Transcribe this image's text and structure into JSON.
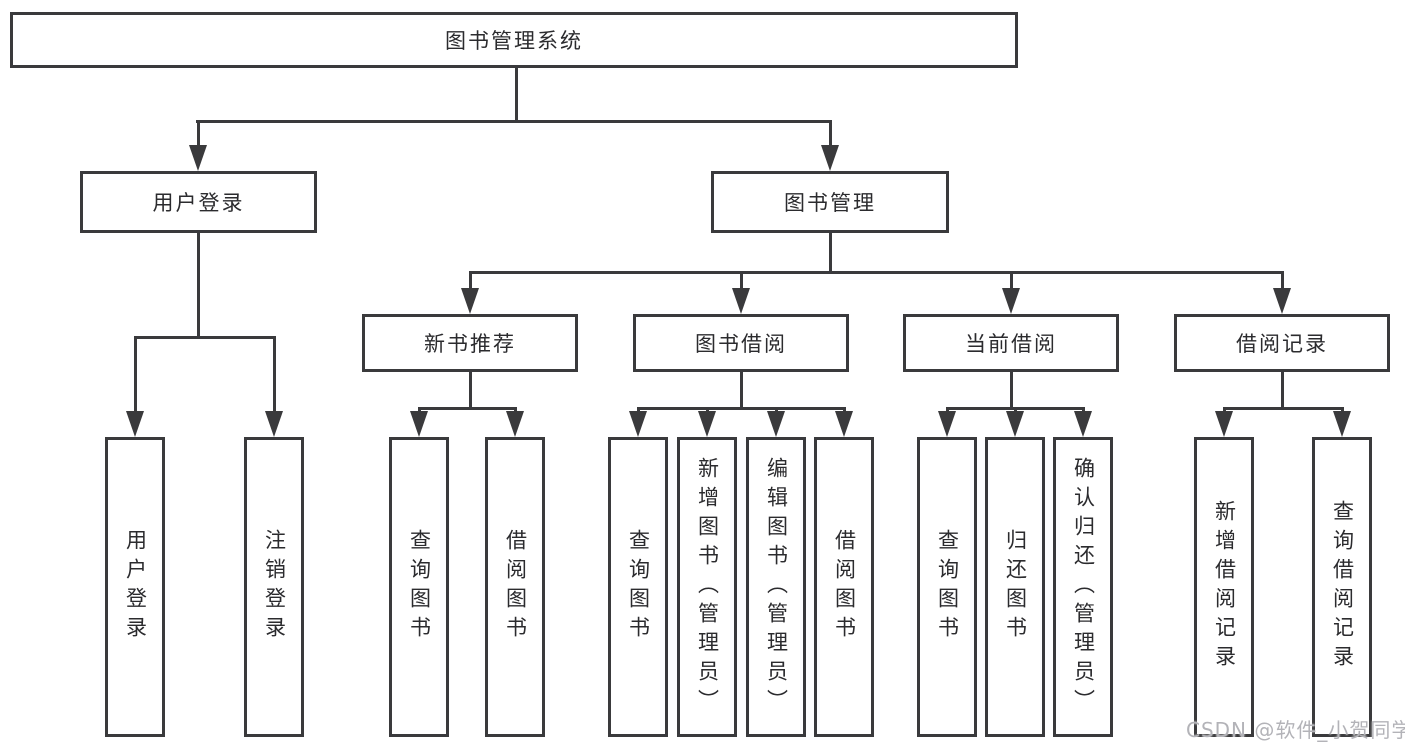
{
  "diagram": {
    "title": "图书管理系统",
    "children": [
      {
        "label": "用户登录",
        "children": [
          {
            "label": "用户登录"
          },
          {
            "label": "注销登录"
          }
        ]
      },
      {
        "label": "图书管理",
        "children": [
          {
            "label": "新书推荐",
            "children": [
              {
                "label": "查询图书"
              },
              {
                "label": "借阅图书"
              }
            ]
          },
          {
            "label": "图书借阅",
            "children": [
              {
                "label": "查询图书"
              },
              {
                "label": "新增图书（管理员）"
              },
              {
                "label": "编辑图书（管理员）"
              },
              {
                "label": "借阅图书"
              }
            ]
          },
          {
            "label": "当前借阅",
            "children": [
              {
                "label": "查询图书"
              },
              {
                "label": "归还图书"
              },
              {
                "label": "确认归还（管理员）"
              }
            ]
          },
          {
            "label": "借阅记录",
            "children": [
              {
                "label": "新增借阅记录"
              },
              {
                "label": "查询借阅记录"
              }
            ]
          }
        ]
      }
    ]
  },
  "watermark": {
    "text": "CSDN @软件_小贺同学"
  },
  "colors": {
    "line": "#3a3a3c",
    "text": "#2b2b2e",
    "watermark": "#b3b3b8",
    "background": "#ffffff"
  }
}
